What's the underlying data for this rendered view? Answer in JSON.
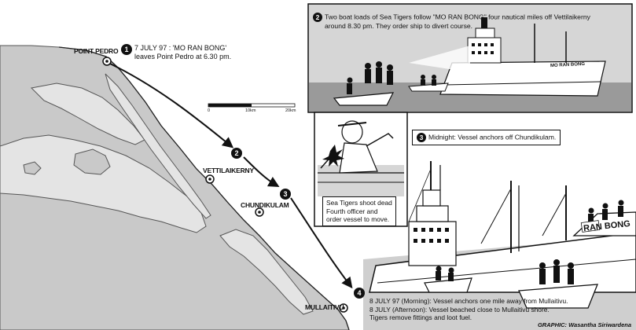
{
  "places": {
    "point_pedro": "POINT PEDRO",
    "vettilaikerny": "VETTILAIKERNY",
    "chundikulam": "CHUNDIKULAM",
    "mullaitivu": "MULLAITIVU"
  },
  "markers": [
    "1",
    "2",
    "3",
    "4"
  ],
  "captions": {
    "c1_line1": "7 JULY 97 : 'MO RAN BONG'",
    "c1_line2": "leaves Point Pedro at 6.30 pm.",
    "c2_line1": "Two boat loads of Sea Tigers follow \"MO RAN BONG\" four nautical miles off Vettilaikerny",
    "c2_line2": "around 8.30 pm. They order ship to divert course.",
    "c3": "Midnight: Vessel anchors off Chundikulam.",
    "inset": "Sea Tigers shoot dead Fourth officer and order vessel to move.",
    "c4_line1": "8 JULY 97 (Morning): Vessel anchors one mile away from Mullaitivu.",
    "c4_line2": "8 JULY (Afternoon): Vessel beached close to Mullaitivu shore.",
    "c4_line3": "Tigers remove fittings and loot fuel."
  },
  "scale": {
    "l0": "0",
    "l1": "10km",
    "l2": "20km"
  },
  "ship_name": "RAN BONG",
  "ship_name_small": "MO RAN BONG",
  "credit": "GRAPHIC: Wasantha Siriwardena",
  "colors": {
    "sea": "#ffffff",
    "land": "#c9c9c9",
    "lagoon": "#dcdcdc",
    "ink": "#111111",
    "sky": "#d6d6d6"
  }
}
